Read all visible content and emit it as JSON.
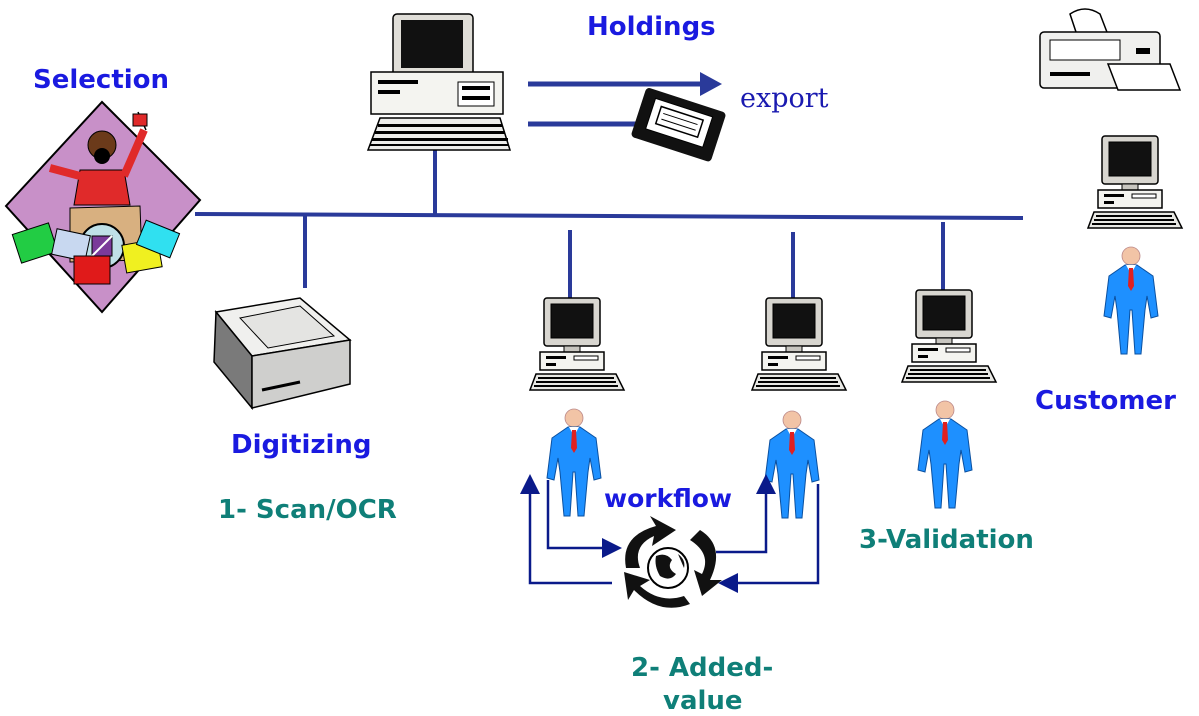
{
  "labels": {
    "holdings": "Holdings",
    "selection": "Selection",
    "export": "export",
    "digitizing": "Digitizing",
    "scan_ocr": "1- Scan/OCR",
    "workflow": "workflow",
    "added_value_line1": "2- Added-",
    "added_value_line2": "value",
    "validation": "3-Validation",
    "customer": "Customer"
  },
  "colors": {
    "label_blue": "#1a1ae0",
    "label_teal": "#0f7f78",
    "network_line": "#2a3a9a",
    "arrow": "#0a1a8a",
    "person_suit": "#1e90ff",
    "person_tie": "#e02020",
    "monitor_screen": "#111111",
    "selection_bg": "#c890c8"
  },
  "icons": [
    "mainframe-computer-icon",
    "videotape-icon",
    "printer-icon",
    "selection-person-icon",
    "scanner-icon",
    "workstation-icon",
    "person-icon",
    "recycle-globe-icon"
  ]
}
